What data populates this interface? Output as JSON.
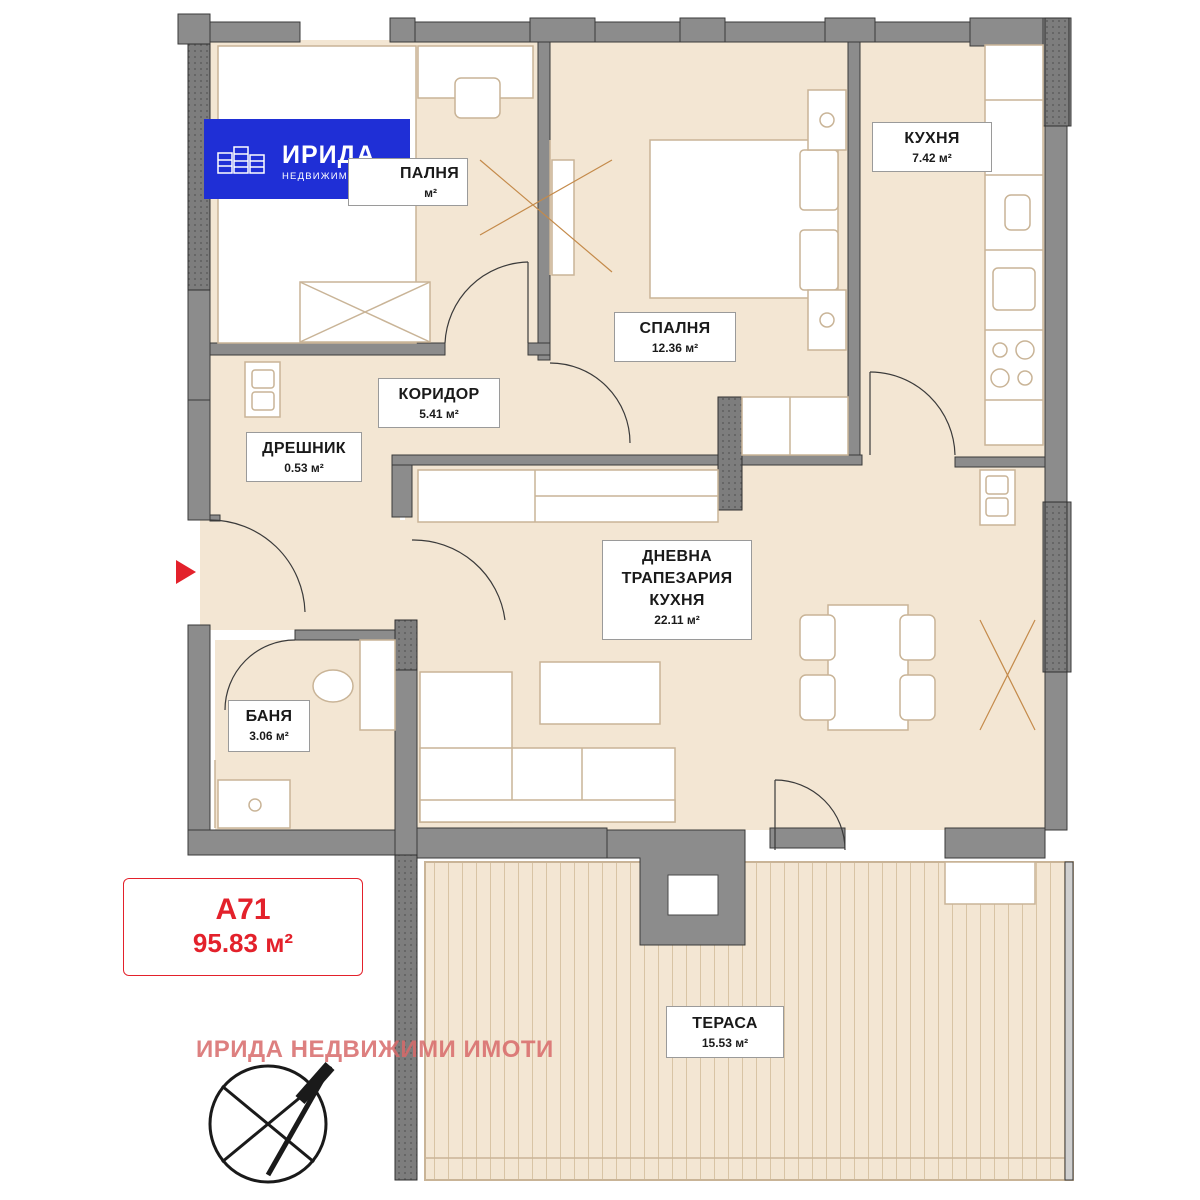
{
  "brand": {
    "name": "ИРИДА",
    "tagline": "НЕДВИЖИМИ ИМОТИ",
    "color": "#1f2fd6"
  },
  "watermark": "ИРИДА НЕДВИЖИМИ ИМОТИ",
  "unit": {
    "code": "A71",
    "area": "95.83 м²",
    "accent_color": "#e3212b"
  },
  "rooms": {
    "bedroom_small": {
      "name": "ПАЛНЯ",
      "area": "м²"
    },
    "bedroom": {
      "name": "СПАЛНЯ",
      "area": "12.36 м²"
    },
    "kitchen": {
      "name": "КУХНЯ",
      "area": "7.42 м²"
    },
    "corridor": {
      "name": "КОРИДОР",
      "area": "5.41 м²"
    },
    "wardrobe": {
      "name": "ДРЕШНИК",
      "area": "0.53 м²"
    },
    "living": {
      "line1": "ДНЕВНА",
      "line2": "ТРАПЕЗАРИЯ",
      "line3": "КУХНЯ",
      "area": "22.11 м²"
    },
    "bathroom": {
      "name": "БАНЯ",
      "area": "3.06 м²"
    },
    "terrace": {
      "name": "ТЕРАСА",
      "area": "15.53 м²"
    }
  },
  "colors": {
    "floor": "#f3e6d3",
    "wall": "#8c8c8c",
    "wall_dark": "#4a4a4a",
    "furniture_line": "#c9b497",
    "terrace_plank": "#d8c4a5",
    "entry_marker": "#e3212b"
  },
  "icons": [
    "entrance-arrow-icon",
    "north-compass-icon",
    "building-logo-icon"
  ]
}
